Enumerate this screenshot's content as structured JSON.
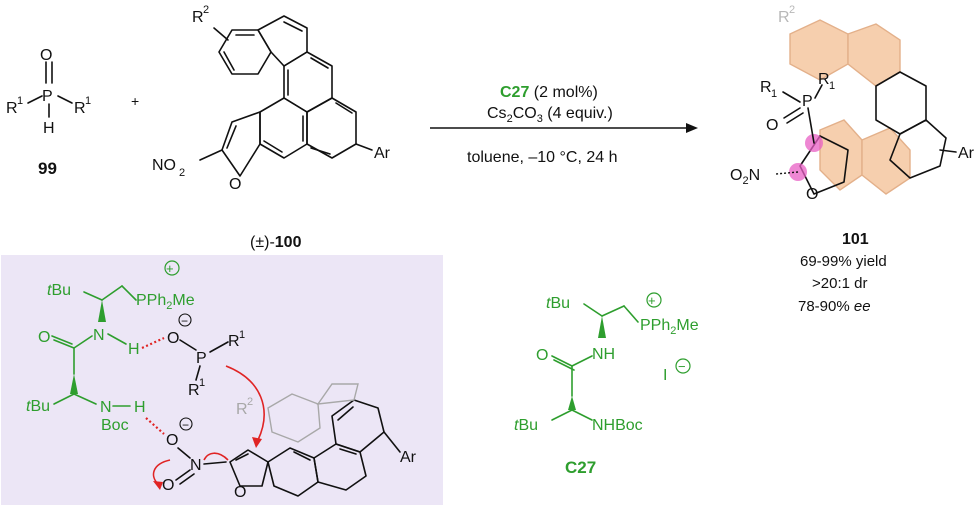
{
  "compound_99": {
    "id": "99",
    "P": "P",
    "O": "O",
    "H": "H",
    "R1": "R",
    "sup1": "1"
  },
  "plus": "+",
  "compound_100": {
    "id": "100",
    "prefix": "(±)-",
    "R2": "R",
    "sup2": "2",
    "NO2": "NO",
    "sub2": "2",
    "O": "O",
    "Ar": "Ar"
  },
  "conditions": {
    "catalyst": "C27",
    "cat_loading": " (2 mol%)",
    "base_pre": "Cs",
    "base_sub2": "2",
    "base_post": "CO",
    "base_sub3": "3",
    "base_amount": " (4 equiv.)",
    "line2": "toluene, –10 °C, 24 h"
  },
  "product_101": {
    "id": "101",
    "yield": "69-99% yield",
    "dr": ">20:1 dr",
    "ee_value": "78-90% ",
    "ee_label": "ee",
    "R1": "R",
    "sub1": "1",
    "P": "P",
    "O": "O",
    "NO2": "O",
    "NO2_N": "N",
    "Ar": "Ar",
    "R2": "R",
    "sup2": "2"
  },
  "catalyst_c27": {
    "id": "C27",
    "tBu_t": "t",
    "tBu": "Bu",
    "NH": "NH",
    "O": "O",
    "NHBoc": "NHBoc",
    "PPh2Me": "PPh",
    "PPh2Me_sub": "2",
    "PPh2Me_end": "Me",
    "I": "I",
    "plus_sign": "+",
    "minus_sign": "−"
  },
  "ts_model": {
    "tBu_t": "t",
    "tBu": "Bu",
    "PPh2Me": "PPh",
    "PPh2Me_sub": "2",
    "PPh2Me_end": "Me",
    "N": "N",
    "H": "H",
    "O": "O",
    "P": "P",
    "R1": "R",
    "sup1": "1",
    "Boc": "Boc",
    "NO": "N",
    "Ar": "Ar",
    "R2": "R",
    "sup2": "2",
    "plus_sign": "+",
    "minus_sign": "−",
    "box_color": "#ece6f6"
  },
  "colors": {
    "catalyst_green": "#2e9e2e",
    "arrow_red": "#e02424",
    "highlight_orange": "#f6cfae",
    "stereocenter_pink": "#e85fc4"
  }
}
